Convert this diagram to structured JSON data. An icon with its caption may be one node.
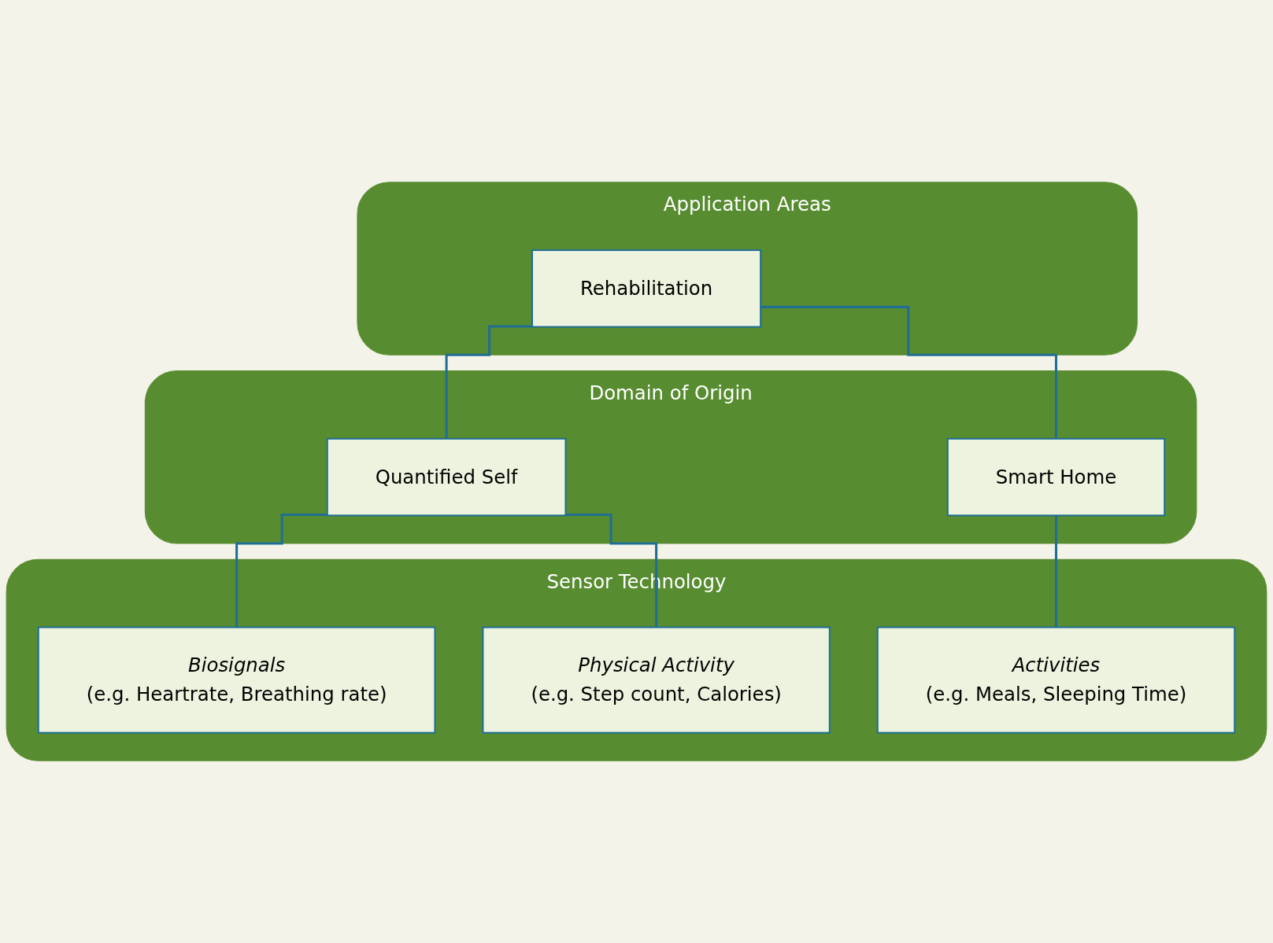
{
  "diagram": {
    "nodes": [
      {
        "text": [
          "Application Areas"
        ]
      },
      {
        "text": [
          "Rehabilitation"
        ],
        "in": 0
      },
      {
        "text": [
          "Domain of Origin"
        ]
      },
      {
        "text": [
          "Quantified Self"
        ],
        "in": 2
      },
      {
        "text": [
          "Smart Home"
        ],
        "in": 2
      },
      {
        "text": [
          "Sensor Technology"
        ]
      },
      {
        "text": [
          "Biosignals",
          "(e.g. Heartrate, Breathing rate)"
        ],
        "in": 5
      },
      {
        "text": [
          "Physical Activity",
          "(e.g. Step count, Calories)"
        ],
        "in": 5
      },
      {
        "text": [
          "Activities",
          "(e.g. Meals, Sleeping Time)"
        ],
        "in": 5
      }
    ],
    "edges": [
      {
        "from": 1,
        "to": 3,
        "arrow": "none"
      },
      {
        "from": 1,
        "to": 4,
        "arrow": "none"
      },
      {
        "from": 3,
        "to": 6,
        "arrow": "none"
      },
      {
        "from": 3,
        "to": 7,
        "arrow": "none"
      },
      {
        "from": 4,
        "to": 8,
        "arrow": "none"
      }
    ]
  }
}
